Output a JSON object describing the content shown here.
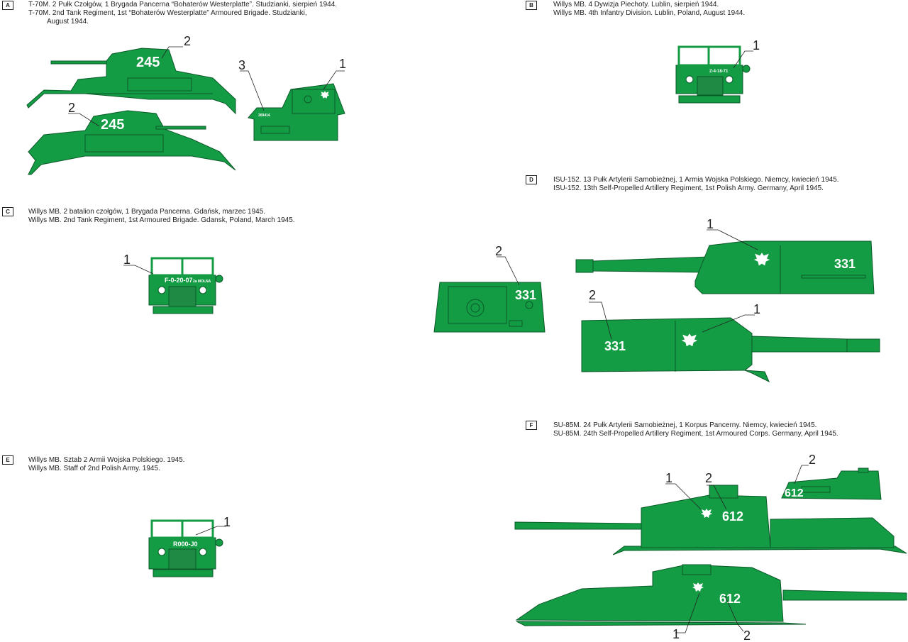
{
  "sections": [
    {
      "id": "A",
      "line1": "T-70M.  2 Pułk Czołgów, 1 Brygada Pancerna “Bohaterów Westerplatte”. Studzianki, sierpień 1944.",
      "line2": "T-70M.  2nd Tank Regiment, 1st “Bohaterów Westerplatte” Armoured Brigade. Studzianki,",
      "line3": "August 1944."
    },
    {
      "id": "B",
      "line1": "Willys MB. 4 Dywizja Piechoty. Lublin, sierpień 1944.",
      "line2": "Willys MB. 4th Infantry Division. Lublin, Poland, August 1944."
    },
    {
      "id": "C",
      "line1": "Willys MB. 2 batalion czołgów, 1 Brygada Pancerna. Gdańsk, marzec 1945.",
      "line2": "Willys MB. 2nd Tank Regiment, 1st Armoured Brigade. Gdansk, Poland, March 1945."
    },
    {
      "id": "D",
      "line1": "ISU-152. 13 Pułk Artylerii Samobieżnej, 1 Armia Wojska Polskiego. Niemcy, kwiecień 1945.",
      "line2": "ISU-152. 13th Self-Propelled Artillery Regiment, 1st Polish Army. Germany, April 1945."
    },
    {
      "id": "E",
      "line1": "Willys MB. Sztab 2 Armii Wojska Polskiego. 1945.",
      "line2": "Willys MB. Staff of 2nd Polish Army. 1945."
    },
    {
      "id": "F",
      "line1": "SU-85M.  24 Pułk Artylerii Samobieżnej, 1 Korpus Pancerny. Niemcy, kwiecień 1945.",
      "line2": "SU-85M.  24th Self-Propelled Artillery Regiment, 1st Armoured Corps. Germany, April 1945."
    }
  ],
  "markings": {
    "t70_number": "245",
    "t70_rear_serial": "309414",
    "jeep_b_plate": "Z-4-18-71",
    "jeep_c_plate": "F-0-20-07",
    "jeep_c_side": "2a MOLNA",
    "jeep_e_plate": "R000-J0",
    "isu_number": "331",
    "su85_number": "612"
  },
  "callouts": {
    "one": "1",
    "two": "2",
    "three": "3"
  },
  "colors": {
    "vehicle_green": "#149c45",
    "outline": "#0b5a28",
    "text": "#222222",
    "marking": "#ffffff"
  }
}
